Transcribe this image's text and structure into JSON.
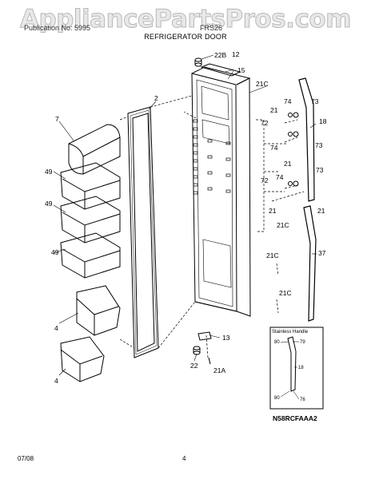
{
  "watermark": "AppliancePartsPros.com",
  "header": {
    "left": "Publication No: 5995",
    "right": "FRS26"
  },
  "title": "REFRIGERATOR DOOR",
  "callouts": {
    "c22b": "22B",
    "c12": "12",
    "c15": "15",
    "c2": "2",
    "c21c_a": "21C",
    "c7": "7",
    "c49_a": "49",
    "c49_b": "49",
    "c49_c": "49",
    "c4_a": "4",
    "c4_b": "4",
    "c74_a": "74",
    "c73_a": "73",
    "c21_a": "21",
    "c72_a": "72",
    "c18": "18",
    "c74_b": "74",
    "c73_b": "73",
    "c21_b": "21",
    "c72_b": "72",
    "c74_c": "74",
    "c73_c": "73",
    "c21_c": "21",
    "c21_d": "21",
    "c21c_b": "21C",
    "c37": "37",
    "c21c_c": "21C",
    "c21c_d": "21C",
    "c13": "13",
    "c22": "22",
    "c21a": "21A"
  },
  "inset": {
    "title": "Stainless Handle",
    "p80a": "80",
    "p79": "79",
    "p18": "18",
    "p80b": "80",
    "p76": "76"
  },
  "model_code": "N58RCFAAA2",
  "footer": {
    "date": "07/08",
    "page": "4"
  }
}
